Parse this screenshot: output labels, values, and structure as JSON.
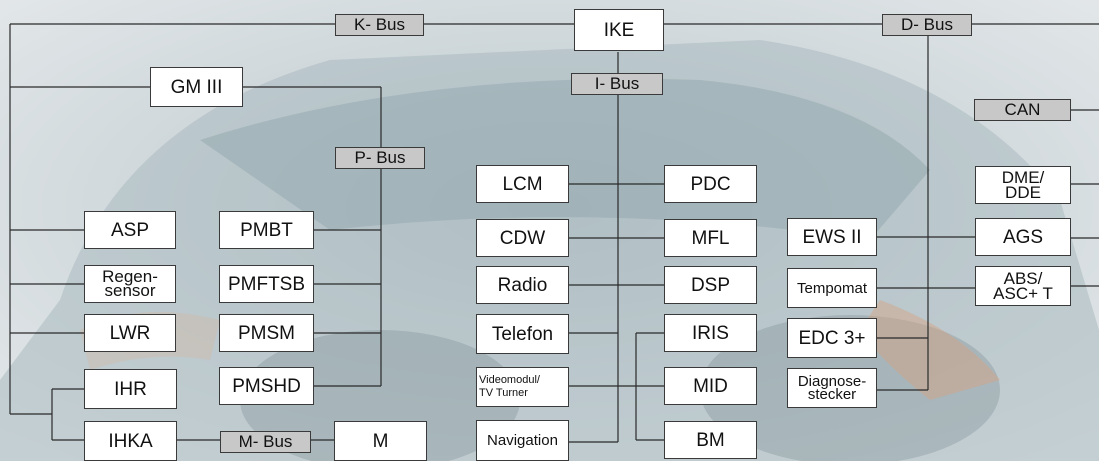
{
  "buses": {
    "k_bus": "K- Bus",
    "d_bus": "D- Bus",
    "i_bus": "I- Bus",
    "p_bus": "P- Bus",
    "m_bus": "M- Bus",
    "can": "CAN"
  },
  "modules": {
    "ike": "IKE",
    "gm3": "GM III",
    "asp": "ASP",
    "regensensor": [
      "Regen-",
      "sensor"
    ],
    "lwr": "LWR",
    "ihr": "IHR",
    "ihka": "IHKA",
    "pmbt": "PMBT",
    "pmftsb": "PMFTSB",
    "pmsm": "PMSM",
    "pmshd": "PMSHD",
    "m": "M",
    "lcm": "LCM",
    "cdw": "CDW",
    "radio": "Radio",
    "telefon": "Telefon",
    "videomodul": [
      "Videomodul/",
      "TV Turner"
    ],
    "navigation": "Navigation",
    "pdc": "PDC",
    "mfl": "MFL",
    "dsp": "DSP",
    "iris": "IRIS",
    "mid": "MID",
    "bm": "BM",
    "ews": "EWS II",
    "tempomat": "Tempomat",
    "edc": "EDC 3+",
    "diagnose": [
      "Diagnose-",
      "stecker"
    ],
    "dme": [
      "DME/",
      "DDE"
    ],
    "ags": "AGS",
    "abs": [
      "ABS/",
      "ASC+ T"
    ]
  },
  "colors": {
    "box_fill": "#ffffff",
    "bus_label_fill": "#c8c8c8",
    "line": "#2a2a2a",
    "background": "#cfd6da"
  }
}
